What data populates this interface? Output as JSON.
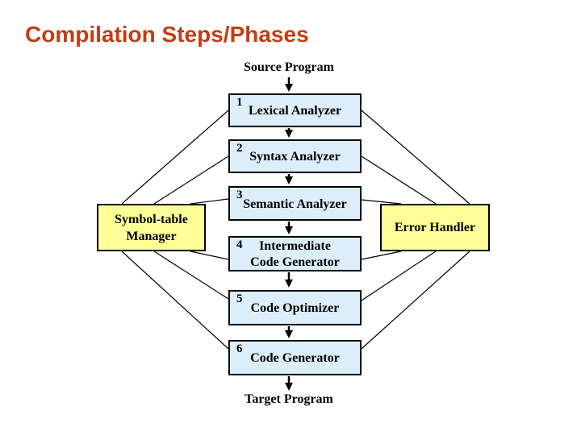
{
  "title": "Compilation Steps/Phases",
  "diagram": {
    "source_label": "Source Program",
    "target_label": "Target Program",
    "phases": [
      {
        "num": "1",
        "label": "Lexical Analyzer"
      },
      {
        "num": "2",
        "label": "Syntax Analyzer"
      },
      {
        "num": "3",
        "label": "Semantic Analyzer"
      },
      {
        "num": "4",
        "label": "Intermediate\nCode Generator"
      },
      {
        "num": "5",
        "label": "Code Optimizer"
      },
      {
        "num": "6",
        "label": "Code Generator"
      }
    ],
    "side_boxes": {
      "left": "Symbol-table\nManager",
      "right": "Error Handler"
    },
    "colors": {
      "title_text": "#C43C14",
      "phase_fill": "#DCEEF9",
      "side_fill": "#FFFF99",
      "border": "#000000",
      "background": "#FFFFFF"
    }
  }
}
